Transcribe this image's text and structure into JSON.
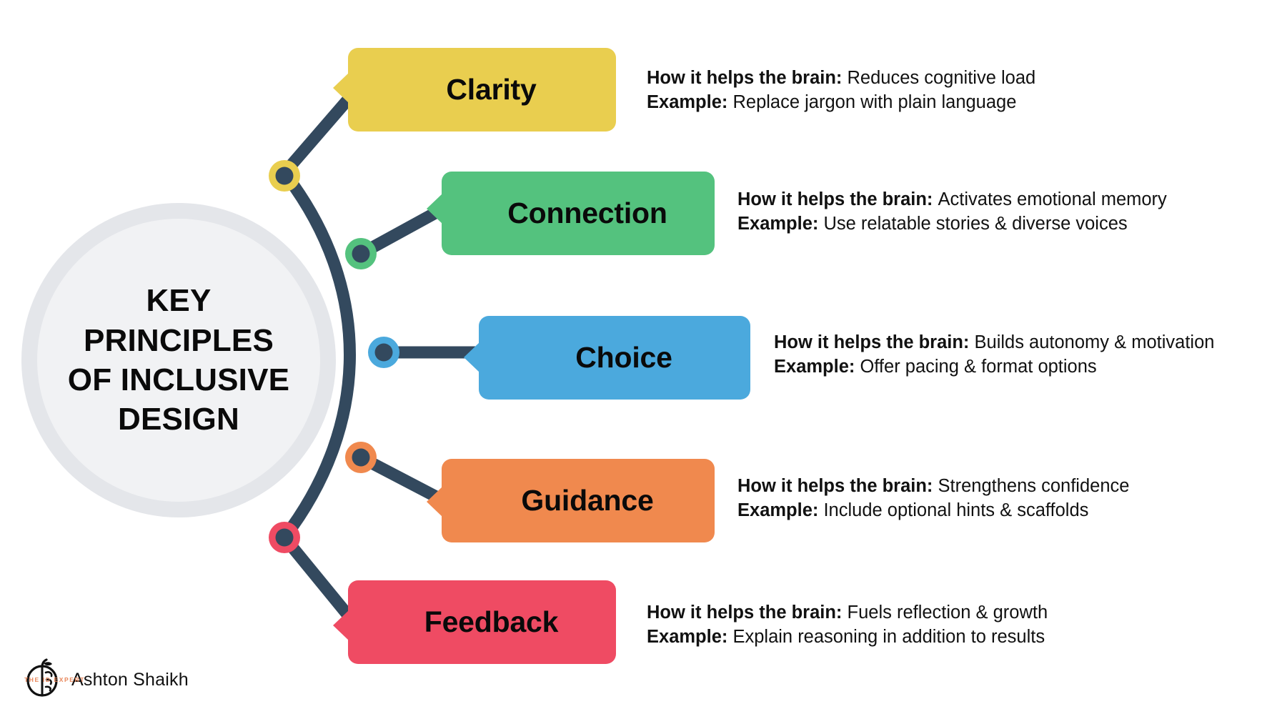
{
  "hub": {
    "title": "KEY\nPRINCIPLES\nOF INCLUSIVE\nDESIGN"
  },
  "labels": {
    "brain_label": "How it helps the brain:",
    "example_label": "Example:"
  },
  "colors": {
    "spine": "#33495e",
    "hub_outer": "#e4e6ea",
    "hub_inner": "#f1f2f4",
    "clarity": "#e9ce4f",
    "connection": "#54c27e",
    "choice": "#4ba9dd",
    "guidance": "#f0894e",
    "feedback": "#ef4b63",
    "brand_tag": "#e8865a"
  },
  "principles": [
    {
      "id": "clarity",
      "label": "Clarity",
      "color": "#e9ce4f",
      "brain": "Reduces cognitive load",
      "example": "Replace jargon with plain language"
    },
    {
      "id": "connection",
      "label": "Connection",
      "color": "#54c27e",
      "brain": "Activates emotional memory",
      "example": "Use relatable stories & diverse voices"
    },
    {
      "id": "choice",
      "label": "Choice",
      "color": "#4ba9dd",
      "brain": "Builds autonomy & motivation",
      "example": "Offer pacing & format options"
    },
    {
      "id": "guidance",
      "label": "Guidance",
      "color": "#f0894e",
      "brain": "Strengthens confidence",
      "example": "Include optional hints & scaffolds"
    },
    {
      "id": "feedback",
      "label": "Feedback",
      "color": "#ef4b63",
      "brain": "Fuels reflection & growth",
      "example": "Explain reasoning in addition to results"
    }
  ],
  "brand": {
    "tagline": "THE ID EXPERT",
    "name": "Ashton Shaikh",
    "logo_icon": "apple-brain-icon"
  }
}
